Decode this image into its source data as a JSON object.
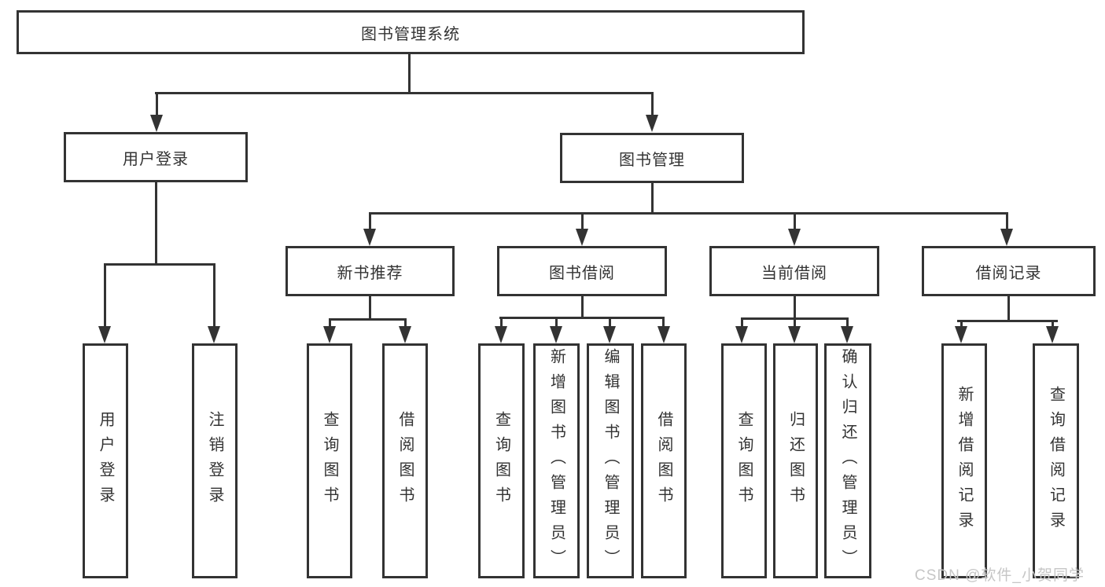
{
  "tree": {
    "label": "图书管理系统",
    "children": [
      {
        "label": "用户登录",
        "children": [
          {
            "label": "用户登录"
          },
          {
            "label": "注销登录"
          }
        ]
      },
      {
        "label": "图书管理",
        "children": [
          {
            "label": "新书推荐",
            "children": [
              {
                "label": "查询图书"
              },
              {
                "label": "借阅图书"
              }
            ]
          },
          {
            "label": "图书借阅",
            "children": [
              {
                "label": "查询图书"
              },
              {
                "label": "新增图书（管理员）"
              },
              {
                "label": "编辑图书（管理员）"
              },
              {
                "label": "借阅图书"
              }
            ]
          },
          {
            "label": "当前借阅",
            "children": [
              {
                "label": "查询图书"
              },
              {
                "label": "归还图书"
              },
              {
                "label": "确认归还（管理员）"
              }
            ]
          },
          {
            "label": "借阅记录",
            "children": [
              {
                "label": "新增借阅记录"
              },
              {
                "label": "查询借阅记录"
              }
            ]
          }
        ]
      }
    ]
  },
  "watermark": {
    "text": "CSDN @软件_小贺同学"
  },
  "colors": {
    "line": "#333333",
    "text": "#333333",
    "box_background": "#ffffff",
    "page_background": "#ffffff",
    "watermark": "#c6c6c6"
  }
}
